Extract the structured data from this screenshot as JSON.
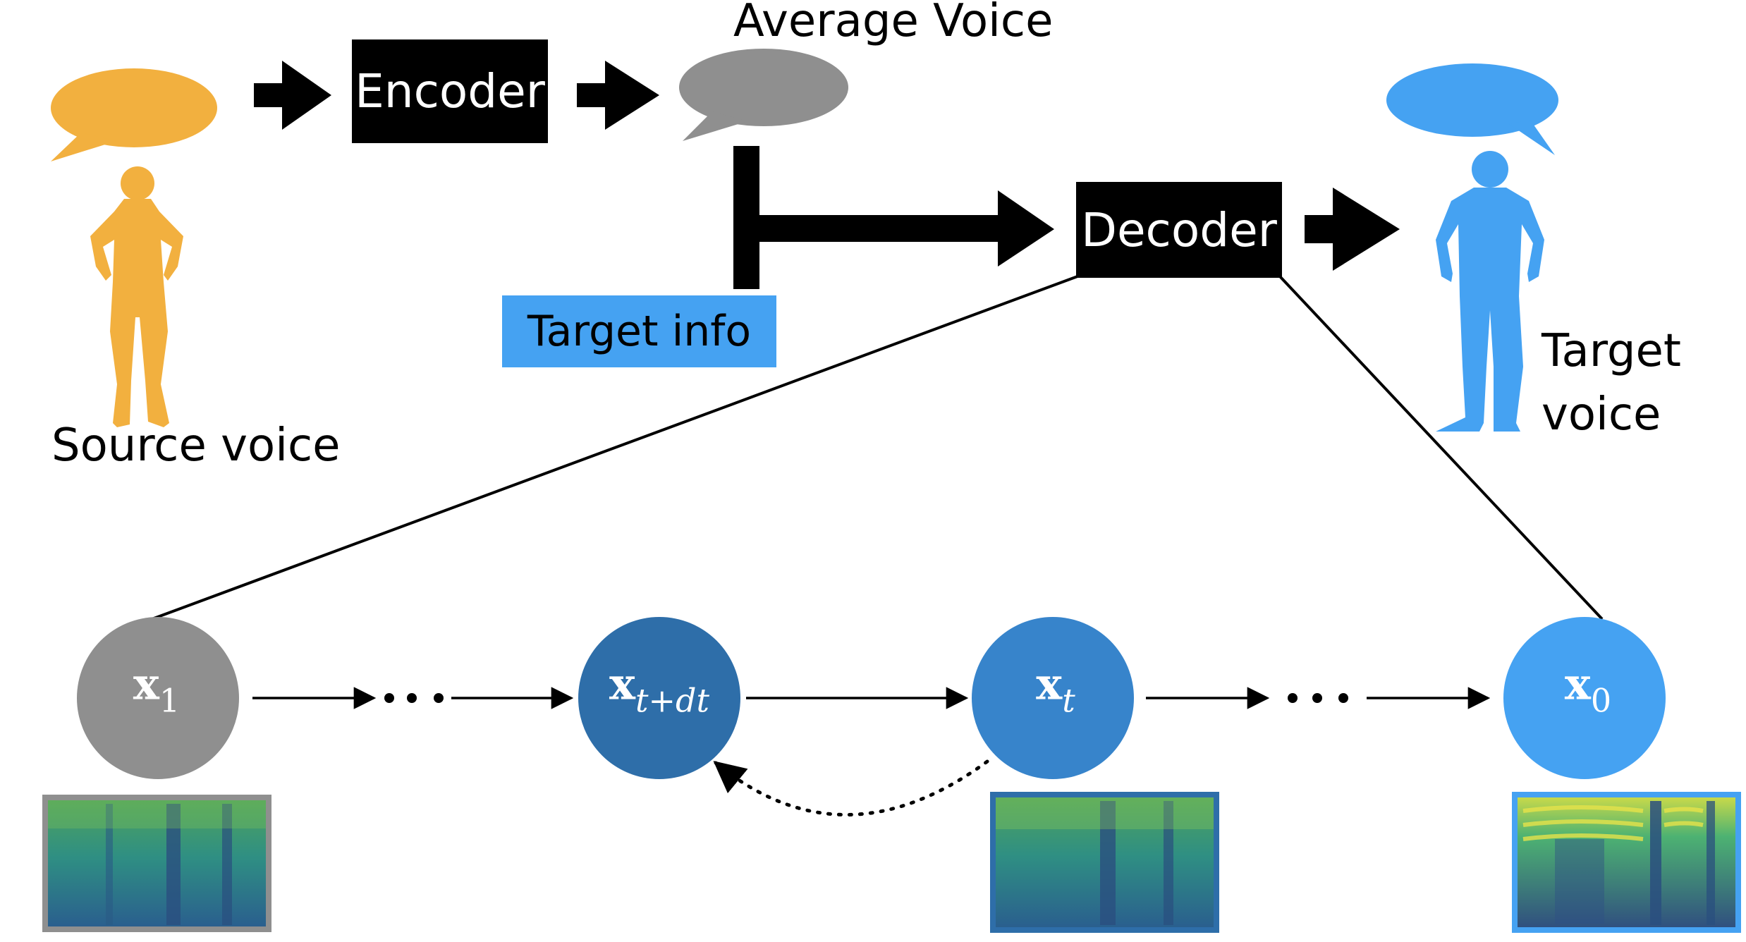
{
  "labels": {
    "source_voice": "Source voice",
    "average_voice": "Average Voice",
    "target_voice_line1": "Target",
    "target_voice_line2": "voice"
  },
  "boxes": {
    "encoder": "Encoder",
    "decoder": "Decoder",
    "target_info": "Target info"
  },
  "nodes": [
    {
      "id": "x1",
      "base": "x",
      "sub": "1",
      "sub_italic": false,
      "color": "#8f8f8f"
    },
    {
      "id": "xtdt",
      "base": "x",
      "sub": "t+dt",
      "sub_italic": true,
      "color": "#2e6ea9"
    },
    {
      "id": "xt",
      "base": "x",
      "sub": "t",
      "sub_italic": true,
      "color": "#3784cb"
    },
    {
      "id": "x0",
      "base": "x",
      "sub": "0",
      "sub_italic": false,
      "color": "#45a2f2"
    }
  ],
  "colors": {
    "source": "#f2b03f",
    "average": "#8f8f8f",
    "target": "#45a2f2",
    "box_black": "#000000",
    "target_info_bg": "#45a2f2"
  },
  "icons": [
    "speech-bubble-icon",
    "woman-silhouette-icon",
    "man-silhouette-icon",
    "arrow-right-icon",
    "spectrogram-image"
  ]
}
